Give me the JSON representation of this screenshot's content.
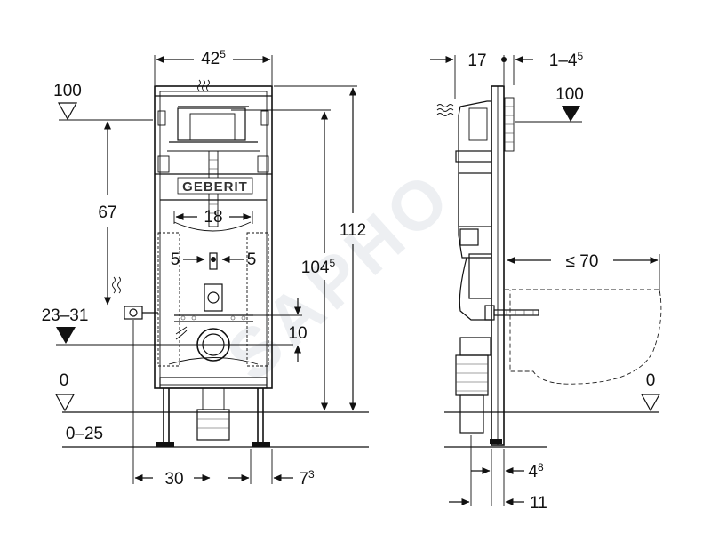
{
  "front_view": {
    "width_main": "42",
    "width_sup": "5",
    "level_top": "100",
    "dim_67": "67",
    "dim_18": "18",
    "dim_5_left": "5",
    "dim_5_right": "5",
    "dim_112": "112",
    "dim_1045_main": "104",
    "dim_1045_sup": "5",
    "range_23_31": "23–31",
    "dim_10": "10",
    "level_zero": "0",
    "range_0_25": "0–25",
    "dim_30": "30",
    "dim_73_main": "7",
    "dim_73_sup": "3",
    "brand": "GEBERIT"
  },
  "side_view": {
    "dim_17": "17",
    "range_1_45_main": "1–4",
    "range_1_45_sup": "5",
    "level_top": "100",
    "dim_le70": "≤ 70",
    "level_zero": "0",
    "dim_48_main": "4",
    "dim_48_sup": "8",
    "dim_11": "11"
  },
  "watermark": "SAPHO"
}
